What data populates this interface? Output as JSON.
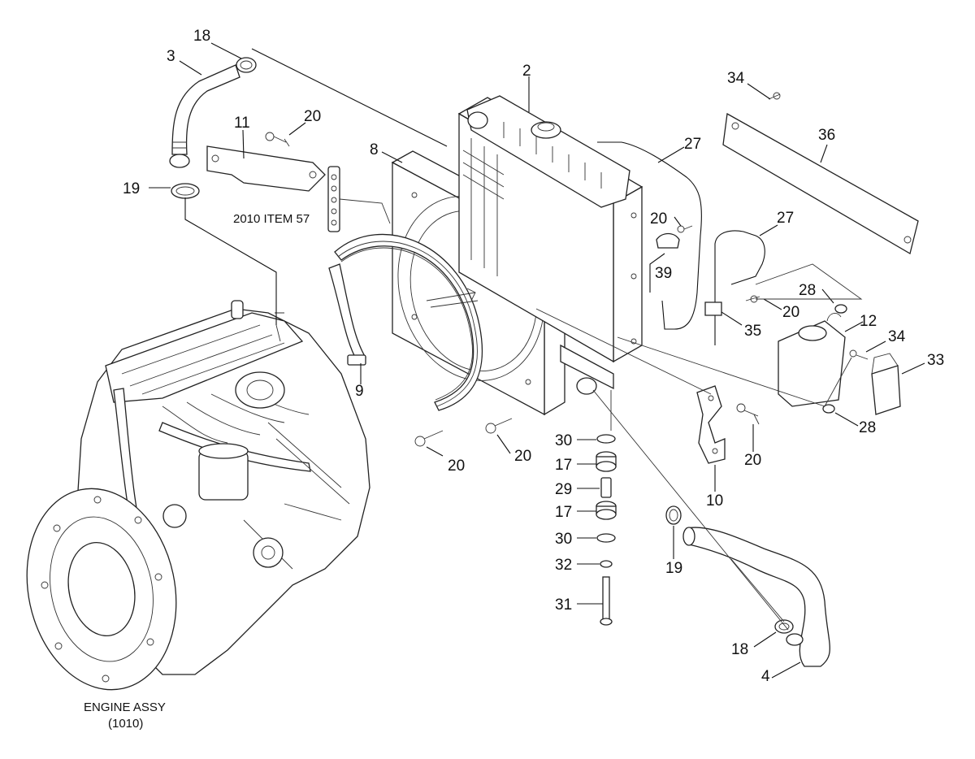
{
  "callouts": [
    {
      "id": "c18a",
      "label": "18"
    },
    {
      "id": "c3",
      "label": "3"
    },
    {
      "id": "c20a",
      "label": "20"
    },
    {
      "id": "c11",
      "label": "11"
    },
    {
      "id": "c8",
      "label": "8"
    },
    {
      "id": "c2",
      "label": "2"
    },
    {
      "id": "c34a",
      "label": "34"
    },
    {
      "id": "c36",
      "label": "36"
    },
    {
      "id": "c27a",
      "label": "27"
    },
    {
      "id": "c19a",
      "label": "19"
    },
    {
      "id": "c20b",
      "label": "20"
    },
    {
      "id": "c27b",
      "label": "27"
    },
    {
      "id": "c39",
      "label": "39"
    },
    {
      "id": "c28a",
      "label": "28"
    },
    {
      "id": "c20c",
      "label": "20"
    },
    {
      "id": "c12",
      "label": "12"
    },
    {
      "id": "c35",
      "label": "35"
    },
    {
      "id": "c34b",
      "label": "34"
    },
    {
      "id": "c33",
      "label": "33"
    },
    {
      "id": "c9",
      "label": "9"
    },
    {
      "id": "c28b",
      "label": "28"
    },
    {
      "id": "c30a",
      "label": "30"
    },
    {
      "id": "c20d",
      "label": "20"
    },
    {
      "id": "c20e",
      "label": "20"
    },
    {
      "id": "c20f",
      "label": "20"
    },
    {
      "id": "c17a",
      "label": "17"
    },
    {
      "id": "c29",
      "label": "29"
    },
    {
      "id": "c10",
      "label": "10"
    },
    {
      "id": "c17b",
      "label": "17"
    },
    {
      "id": "c30b",
      "label": "30"
    },
    {
      "id": "c19b",
      "label": "19"
    },
    {
      "id": "c32",
      "label": "32"
    },
    {
      "id": "c31",
      "label": "31"
    },
    {
      "id": "c18b",
      "label": "18"
    },
    {
      "id": "c4",
      "label": "4"
    }
  ],
  "notes": {
    "item_ref": "2010 ITEM 57",
    "engine_title": "ENGINE ASSY",
    "engine_code": "(1010)"
  }
}
